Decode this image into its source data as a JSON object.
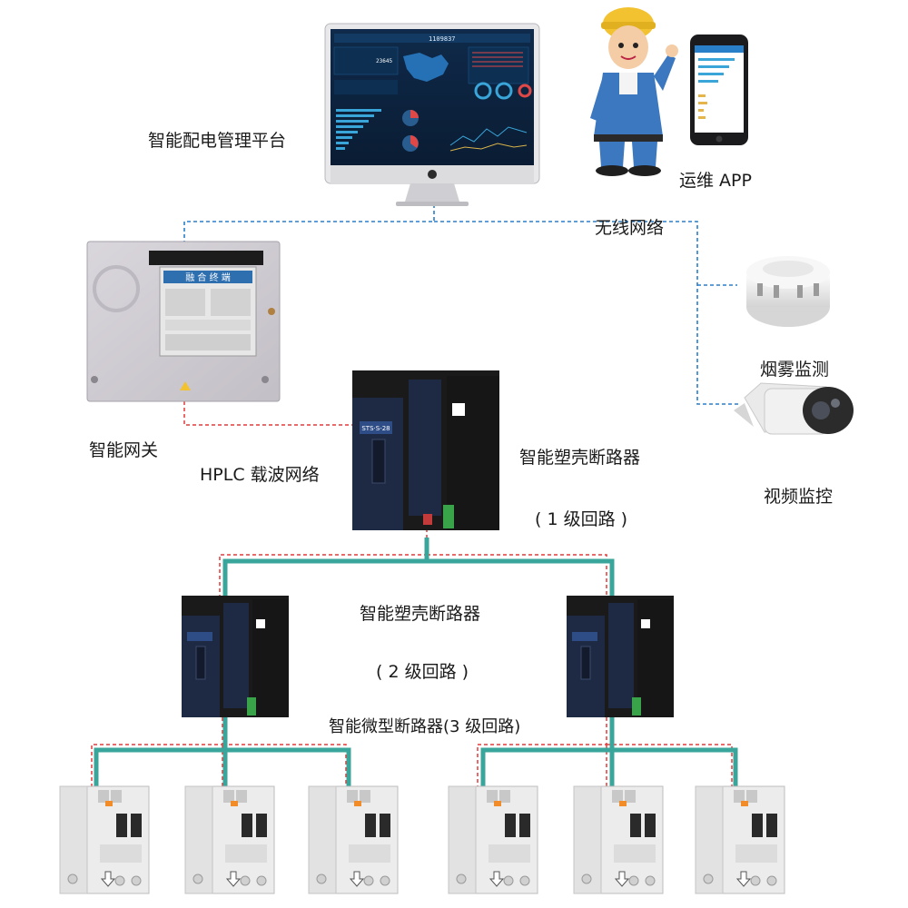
{
  "labels": {
    "platform": "智能配电管理平台",
    "ops_app": "运维 APP",
    "wireless": "无线网络",
    "gateway": "智能网关",
    "hplc": "HPLC 载波网络",
    "mccb_l1": "智能塑壳断路器",
    "l1_loop": "( 1 级回路 )",
    "smoke": "烟雾监测",
    "video": "视频监控",
    "mccb_l2": "智能塑壳断路器",
    "l2_loop": "( 2 级回路 )",
    "mcb_l3": "智能微型断路器(3 级回路)"
  },
  "monitor": {
    "dashboard_number": "1109837",
    "stat_number": "23645"
  },
  "gateway_panel": {
    "title": "融 合 终 端"
  },
  "breaker_badge": "STS·S-28",
  "colors": {
    "wireless_line": "#2a7fc9",
    "hplc_line": "#e23a3a",
    "power_bus": "#3aa59a",
    "breaker_body": "#1e2a44",
    "breaker_black": "#1a1a1a",
    "mcb_body": "#ececec"
  }
}
